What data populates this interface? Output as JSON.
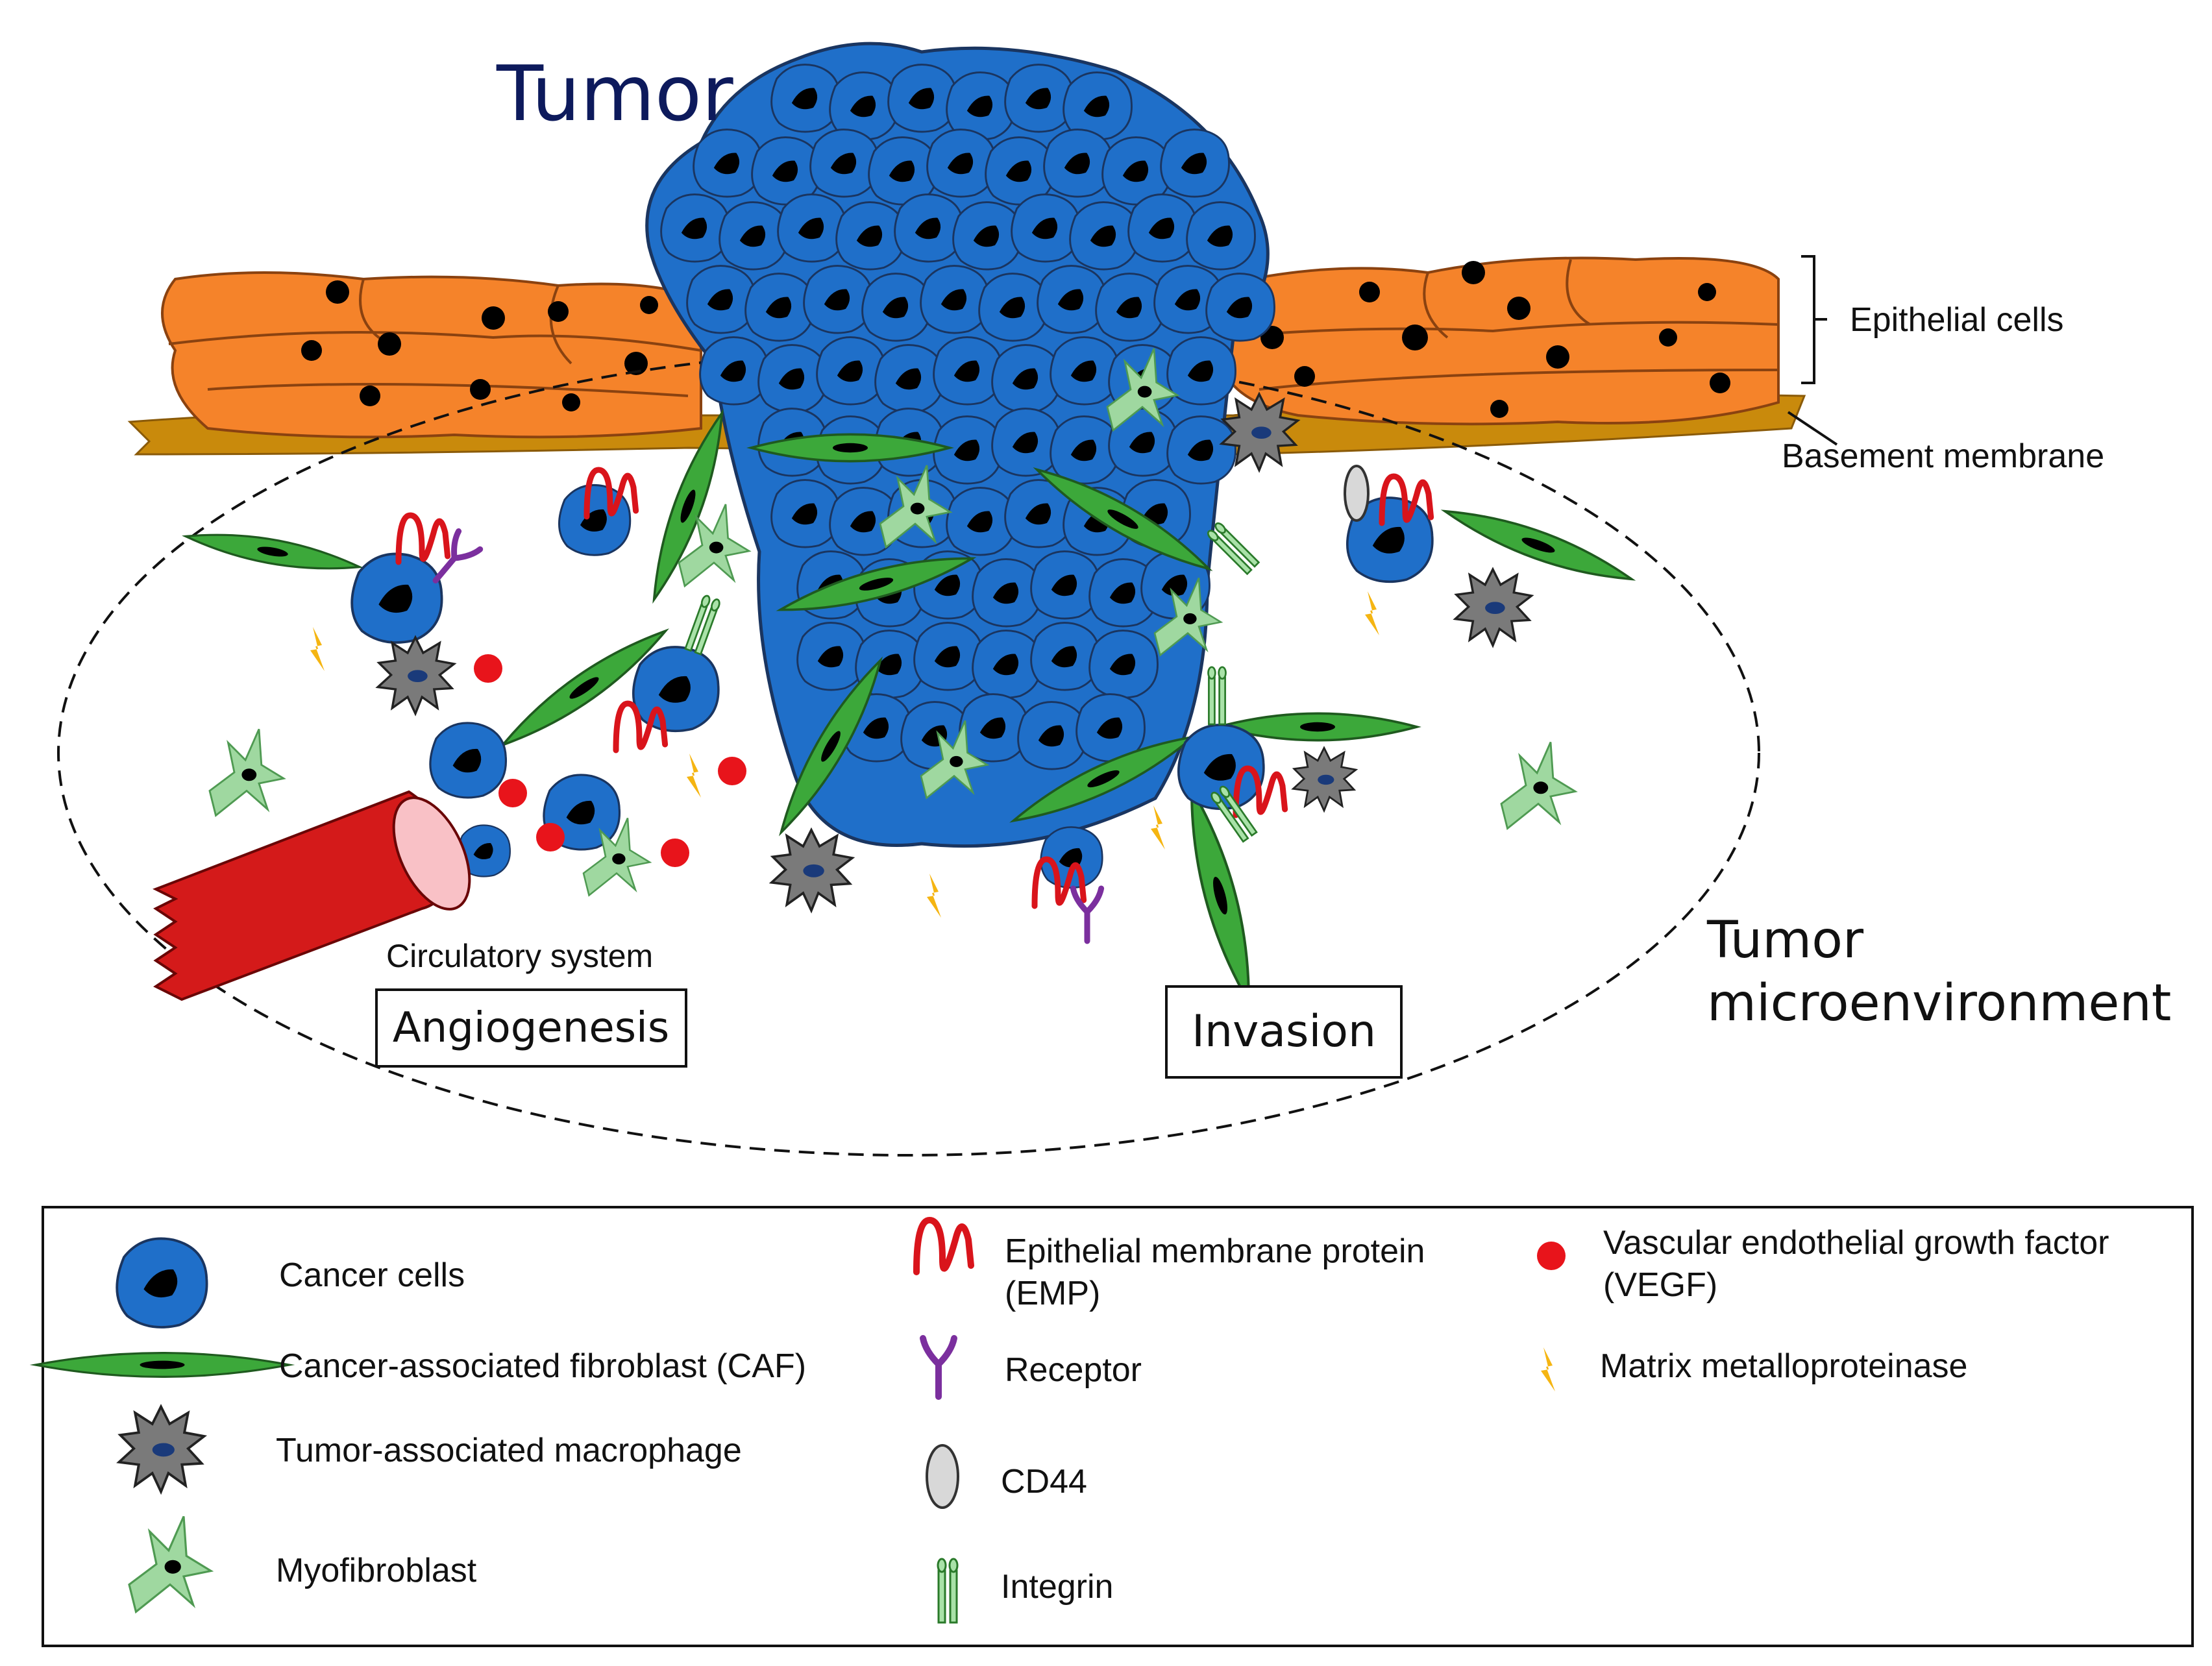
{
  "title": "Tumor",
  "labels": {
    "epithelial_cells": "Epithelial cells",
    "basement_membrane": "Basement membrane",
    "tumor_microenvironment_line1": "Tumor",
    "tumor_microenvironment_line2": "microenvironment",
    "circulatory_system": "Circulatory system",
    "angiogenesis": "Angiogenesis",
    "invasion": "Invasion"
  },
  "legend": {
    "cancer_cells": "Cancer cells",
    "caf": "Cancer-associated fibroblast (CAF)",
    "tam": "Tumor-associated macrophage",
    "myofibroblast": "Myofibroblast",
    "emp_line1": "Epithelial membrane protein",
    "emp_line2": "(EMP)",
    "receptor": "Receptor",
    "cd44": "CD44",
    "integrin": "Integrin",
    "vegf_line1": "Vascular endothelial growth factor",
    "vegf_line2": "(VEGF)",
    "mmp": "Matrix metalloproteinase"
  },
  "colors": {
    "cancer_cell": "#1f6fc9",
    "cancer_outline": "#1a3560",
    "fibroblast": "#3ca83a",
    "macrophage": "#7a7a7a",
    "myofibroblast": "#9fd8a0",
    "epithelial": "#f5832a",
    "basement": "#c98a0c",
    "emp": "#d9141b",
    "receptor": "#7b2f9e",
    "vegf": "#e8141b",
    "mmp": "#f5b512",
    "vessel": "#d41a1a",
    "title": "#0d1a5c"
  }
}
